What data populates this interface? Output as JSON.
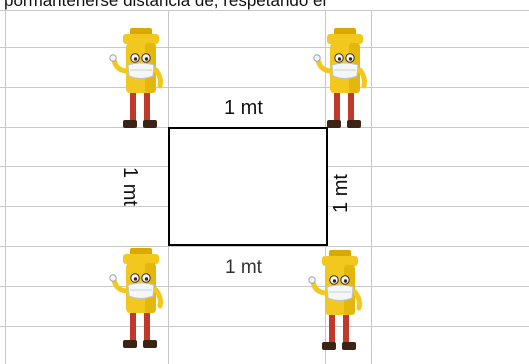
{
  "header": {
    "partial_text": "pormantenerse distancia de, respetando el"
  },
  "diagram": {
    "label_top": "1 mt",
    "label_bottom": "1 mt",
    "label_left": "1 mt",
    "label_right": "1 mt"
  },
  "figures": [
    {
      "name": "mascot-top-left",
      "icon": "masked-trash-bin-mascot-icon"
    },
    {
      "name": "mascot-top-right",
      "icon": "masked-trash-bin-mascot-icon"
    },
    {
      "name": "mascot-bottom-left",
      "icon": "masked-trash-bin-mascot-icon"
    },
    {
      "name": "mascot-bottom-right",
      "icon": "masked-trash-bin-mascot-icon"
    }
  ],
  "colors": {
    "grid_line": "#c8c8c8",
    "square_border": "#000000",
    "mascot_body": "#f2c81e",
    "mascot_shadow": "#d9a900",
    "mascot_mask": "#f4f6f8",
    "mascot_legs": "#c0392b",
    "mascot_shoes": "#3b2416"
  }
}
